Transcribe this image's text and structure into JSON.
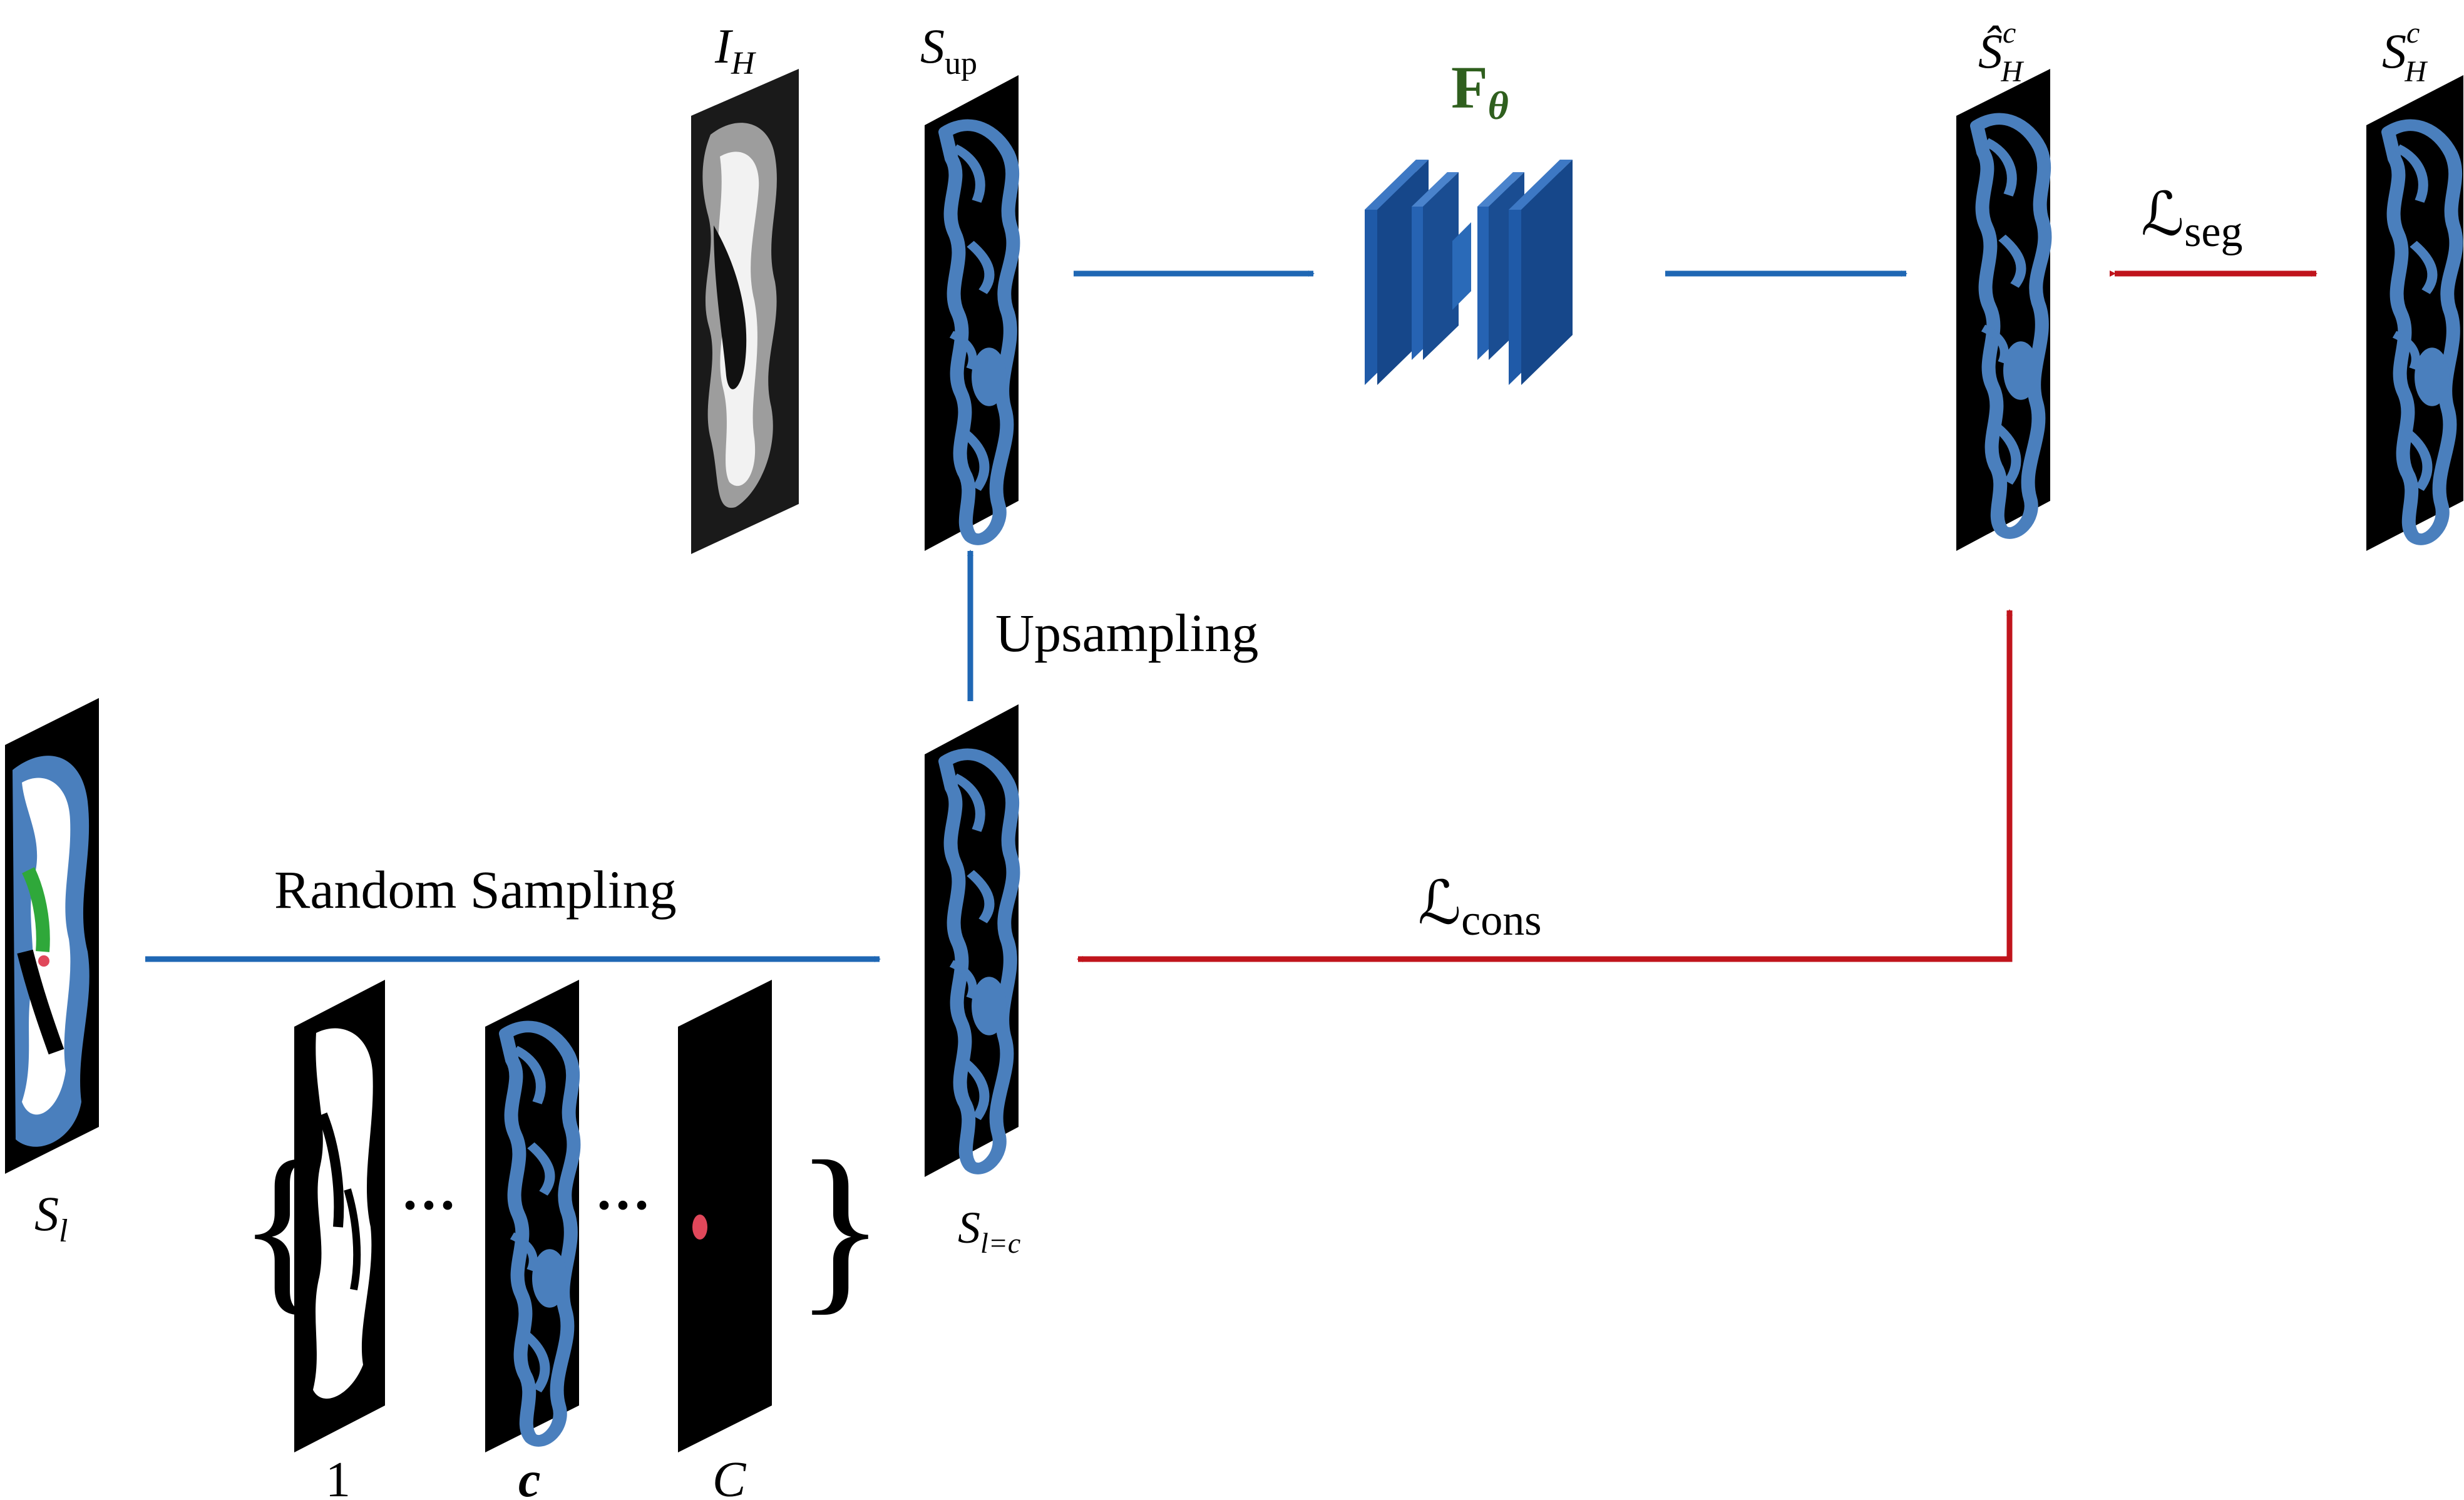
{
  "labels": {
    "i_h": "I",
    "i_h_sub": "H",
    "s_up": "S",
    "s_up_sub": "up",
    "f_theta": "F",
    "f_theta_sub": "θ",
    "s_hat": "Ŝ",
    "s_hat_sup": "c",
    "s_hat_sub": "H",
    "s_h": "S",
    "s_h_sup": "c",
    "s_h_sub": "H",
    "l_seg": "ℒ",
    "l_seg_sub": "seg",
    "upsampling": "Upsampling",
    "random_sampling": "Random Sampling",
    "l_cons": "ℒ",
    "l_cons_sub": "cons",
    "s_l": "S",
    "s_l_sub": "l",
    "s_lc": "S",
    "s_lc_sub": "l=c",
    "idx_1": "1",
    "idx_c": "c",
    "idx_C": "C",
    "ellipsis": "···",
    "brace_open": "{",
    "brace_close": "}"
  },
  "colors": {
    "blue_arrow": "#1f67b4",
    "red_arrow": "#c0141c",
    "seg_blue": "#4a7fbd",
    "network_blue": "#2458a0",
    "theta_green": "#2f5f1e",
    "slice_black": "#000000",
    "white_matter": "#ffffff",
    "green_label": "#2fa83a",
    "red_label": "#e0475a"
  }
}
